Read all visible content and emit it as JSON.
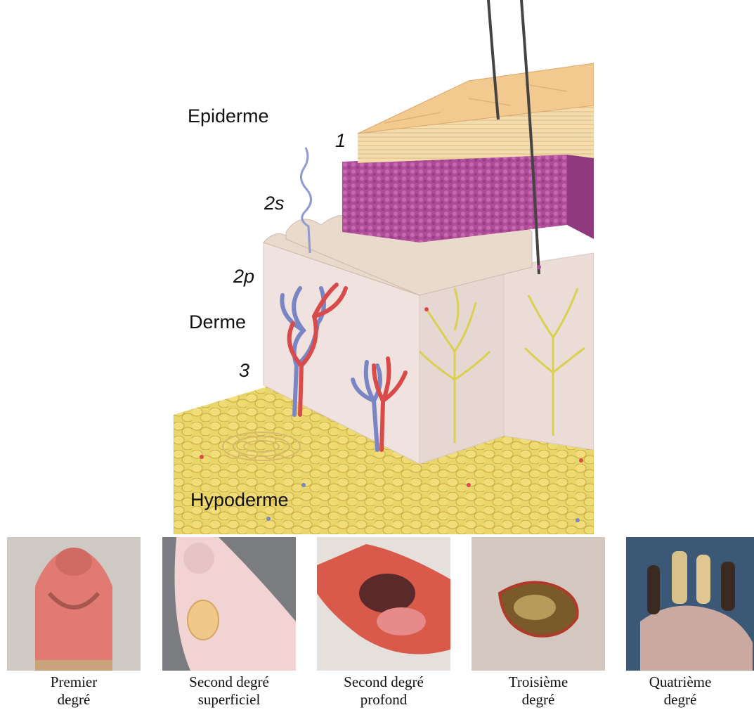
{
  "diagram": {
    "labels": {
      "epidermis": "Epiderme",
      "dermis": "Derme",
      "hypodermis": "Hypoderme",
      "depth_1": "1",
      "depth_2s": "2s",
      "depth_2p": "2p",
      "depth_3": "3"
    }
  },
  "photos": [
    {
      "line1": "Premier",
      "line2": "degré"
    },
    {
      "line1": "Second degré",
      "line2": "superficiel"
    },
    {
      "line1": "Second degré",
      "line2": "profond"
    },
    {
      "line1": "Troisième",
      "line2": "degré"
    },
    {
      "line1": "Quatrième",
      "line2": "degré"
    }
  ],
  "colors": {
    "epidermis_surface": "#f2c98f",
    "epidermis_purple": "#b04d9b",
    "dermis": "#f0e4e2",
    "hypodermis": "#e8d35a",
    "artery": "#d94b4b",
    "vein": "#7a86c4",
    "nerve": "#d9d050"
  }
}
